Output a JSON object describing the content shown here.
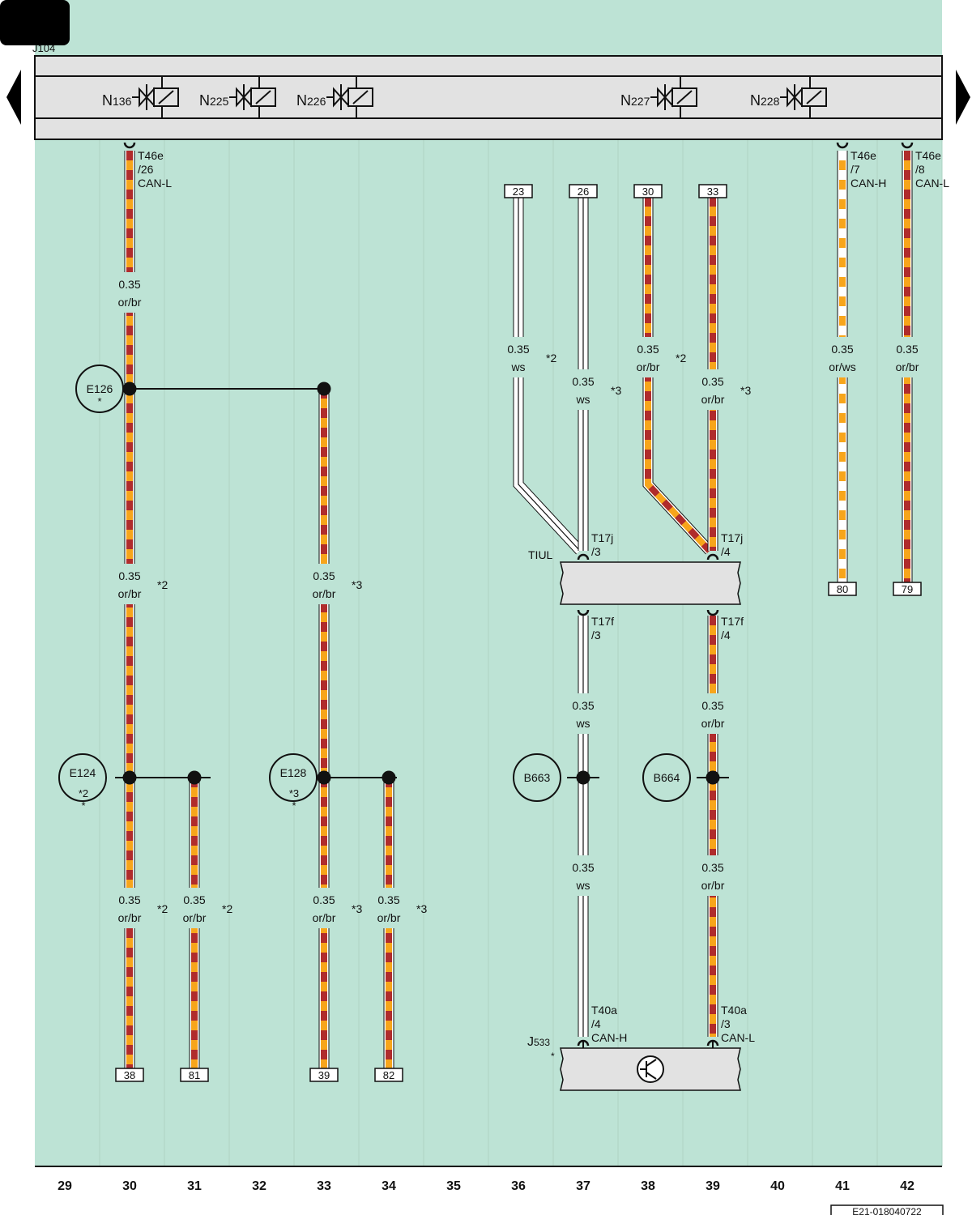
{
  "page": {
    "module_label": "J104",
    "footer_code": "E21-018040722",
    "prev_icon": "triangle-left-icon",
    "next_icon": "triangle-right-icon"
  },
  "colors": {
    "background": "#bde3d5",
    "bus": "#e2e2e2",
    "orange": "#f7a51b",
    "brown": "#b02c2c",
    "white": "#ffffff",
    "line": "#111111"
  },
  "valves": [
    {
      "id": "N136",
      "prefix": "N",
      "num": "136"
    },
    {
      "id": "N225",
      "prefix": "N",
      "num": "225"
    },
    {
      "id": "N226",
      "prefix": "N",
      "num": "226"
    },
    {
      "id": "N227",
      "prefix": "N",
      "num": "227"
    },
    {
      "id": "N228",
      "prefix": "N",
      "num": "228"
    }
  ],
  "top_connectors": [
    {
      "col": "30",
      "lines": [
        "T46e",
        "/26",
        "CAN-L"
      ]
    },
    {
      "col": "41",
      "lines": [
        "T46e",
        "/7",
        "CAN-H"
      ]
    },
    {
      "col": "42",
      "lines": [
        "T46e",
        "/8",
        "CAN-L"
      ]
    }
  ],
  "terminals_top": [
    "23",
    "26",
    "30",
    "33"
  ],
  "terminals_bottom": [
    "38",
    "81",
    "39",
    "82",
    "80",
    "79"
  ],
  "splices": [
    "E126",
    "E124",
    "E128",
    "B663",
    "B664"
  ],
  "splice_notes": {
    "E126": "*",
    "E124_a": "*2",
    "E124_b": "*",
    "E128_a": "*3",
    "E128_b": "*"
  },
  "wire_labels": [
    {
      "id": "w30a",
      "size": "0.35",
      "color": "or/br",
      "note": ""
    },
    {
      "id": "w30b",
      "size": "0.35",
      "color": "or/br",
      "note": "*2"
    },
    {
      "id": "w30c",
      "size": "0.35",
      "color": "or/br",
      "note": "*2"
    },
    {
      "id": "w31",
      "size": "0.35",
      "color": "or/br",
      "note": "*2"
    },
    {
      "id": "w33a",
      "size": "0.35",
      "color": "or/br",
      "note": "*3"
    },
    {
      "id": "w33b",
      "size": "0.35",
      "color": "or/br",
      "note": "*3"
    },
    {
      "id": "w34",
      "size": "0.35",
      "color": "or/br",
      "note": "*3"
    },
    {
      "id": "w36",
      "size": "0.35",
      "color": "ws",
      "note": "*2"
    },
    {
      "id": "w37a",
      "size": "0.35",
      "color": "ws",
      "note": "*3"
    },
    {
      "id": "w37b",
      "size": "0.35",
      "color": "ws",
      "note": ""
    },
    {
      "id": "w37c",
      "size": "0.35",
      "color": "ws",
      "note": ""
    },
    {
      "id": "w38",
      "size": "0.35",
      "color": "or/br",
      "note": "*2"
    },
    {
      "id": "w39a",
      "size": "0.35",
      "color": "or/br",
      "note": "*3"
    },
    {
      "id": "w39b",
      "size": "0.35",
      "color": "or/br",
      "note": ""
    },
    {
      "id": "w39c",
      "size": "0.35",
      "color": "or/br",
      "note": ""
    },
    {
      "id": "w41",
      "size": "0.35",
      "color": "or/ws",
      "note": ""
    },
    {
      "id": "w42",
      "size": "0.35",
      "color": "or/br",
      "note": ""
    }
  ],
  "tiul": {
    "label": "TIUL",
    "conn_in": [
      {
        "lines": [
          "T17j",
          "/3"
        ]
      },
      {
        "lines": [
          "T17j",
          "/4"
        ]
      }
    ],
    "conn_out": [
      {
        "lines": [
          "T17f",
          "/3"
        ]
      },
      {
        "lines": [
          "T17f",
          "/4"
        ]
      }
    ]
  },
  "j533": {
    "prefix": "J",
    "num": "533",
    "note": "*",
    "conn": [
      {
        "lines": [
          "T40a",
          "/4",
          "CAN-H"
        ]
      },
      {
        "lines": [
          "T40a",
          "/3",
          "CAN-L"
        ]
      }
    ],
    "icon": "gateway-transistor-icon"
  },
  "columns": [
    "29",
    "30",
    "31",
    "32",
    "33",
    "34",
    "35",
    "36",
    "37",
    "38",
    "39",
    "40",
    "41",
    "42"
  ]
}
